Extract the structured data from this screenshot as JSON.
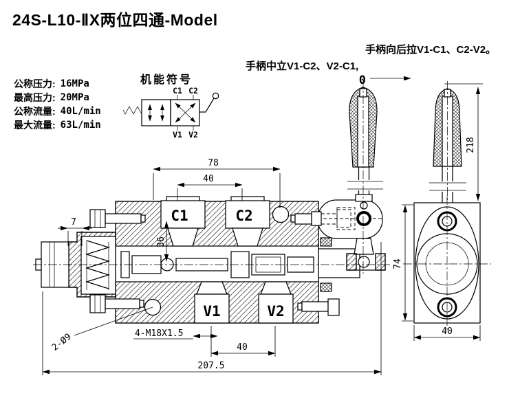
{
  "page": {
    "title": "24S-L10-ⅡX两位四通-Model"
  },
  "annotations": {
    "handle_pull_back": "手柄向后拉V1-C1、C2-V2。",
    "handle_neutral": "手柄中立V1-C2、V2-C1,",
    "handle_zero": "0"
  },
  "specs": {
    "items": [
      {
        "label": "公称压力:",
        "value": "16MPa"
      },
      {
        "label": "最高压力:",
        "value": "20MPa"
      },
      {
        "label": "公称流量:",
        "value": "40L/min"
      },
      {
        "label": "最大流量:",
        "value": "63L/min"
      }
    ]
  },
  "symbol": {
    "title": "机能符号",
    "port_c1": "C1",
    "port_c2": "C2",
    "port_v1": "V1",
    "port_v2": "V2"
  },
  "front_view": {
    "port_c1": "C1",
    "port_c2": "C2",
    "port_v1": "V1",
    "port_v2": "V2",
    "dim_top_span": "78",
    "dim_port_spacing_top": "40",
    "dim_left_offset": "7",
    "dim_axis_depth": "36",
    "dim_holes": "2-Ø9",
    "dim_thread": "4-M18X1.5",
    "dim_port_spacing_bottom": "40",
    "dim_overall_length": "207.5"
  },
  "side_view": {
    "dim_handle_height": "218",
    "dim_body_height": "74",
    "dim_body_width": "40"
  },
  "colors": {
    "line": "#000000",
    "paper": "#ffffff"
  }
}
